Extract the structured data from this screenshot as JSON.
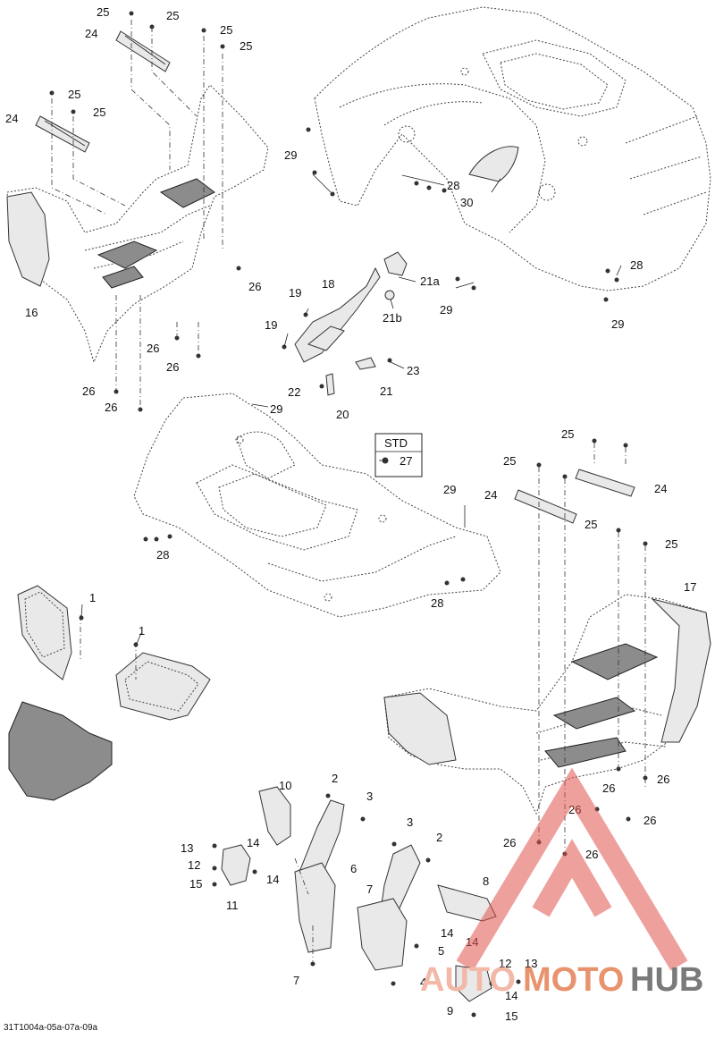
{
  "diagram": {
    "code": "31T1004a-05a-07a-09a",
    "std_label": "STD",
    "watermark": {
      "auto": "AUTO",
      "moto": "MOTO",
      "hub": "HUB"
    },
    "callouts": {
      "c1a": "1",
      "c1b": "1",
      "c2a": "2",
      "c2b": "2",
      "c3a": "3",
      "c3b": "3",
      "c4": "4",
      "c5": "5",
      "c6": "6",
      "c7a": "7",
      "c7b": "7",
      "c8": "8",
      "c9": "9",
      "c10": "10",
      "c11": "11",
      "c12a": "12",
      "c12b": "12",
      "c13a": "13",
      "c13b": "13",
      "c14a": "14",
      "c14b": "14",
      "c14c": "14",
      "c14d": "14",
      "c14e": "14",
      "c15a": "15",
      "c15b": "15",
      "c16": "16",
      "c17": "17",
      "c18": "18",
      "c19a": "19",
      "c19b": "19",
      "c20": "20",
      "c21": "21",
      "c21a": "21a",
      "c21b": "21b",
      "c22": "22",
      "c23": "23",
      "c24a": "24",
      "c24b": "24",
      "c24c": "24",
      "c24d": "24",
      "c25a": "25",
      "c25b": "25",
      "c25c": "25",
      "c25d": "25",
      "c25e": "25",
      "c25f": "25",
      "c25g": "25",
      "c25h": "25",
      "c25i": "25",
      "c26a": "26",
      "c26b": "26",
      "c26c": "26",
      "c26d": "26",
      "c26e": "26",
      "c26f": "26",
      "c26g": "26",
      "c26h": "26",
      "c26i": "26",
      "c26j": "26",
      "c27": "27",
      "c28a": "28",
      "c28b": "28",
      "c28c": "28",
      "c28d": "28",
      "c29a": "29",
      "c29b": "29",
      "c29c": "29",
      "c29d": "29",
      "c29e": "29",
      "c30": "30"
    }
  }
}
